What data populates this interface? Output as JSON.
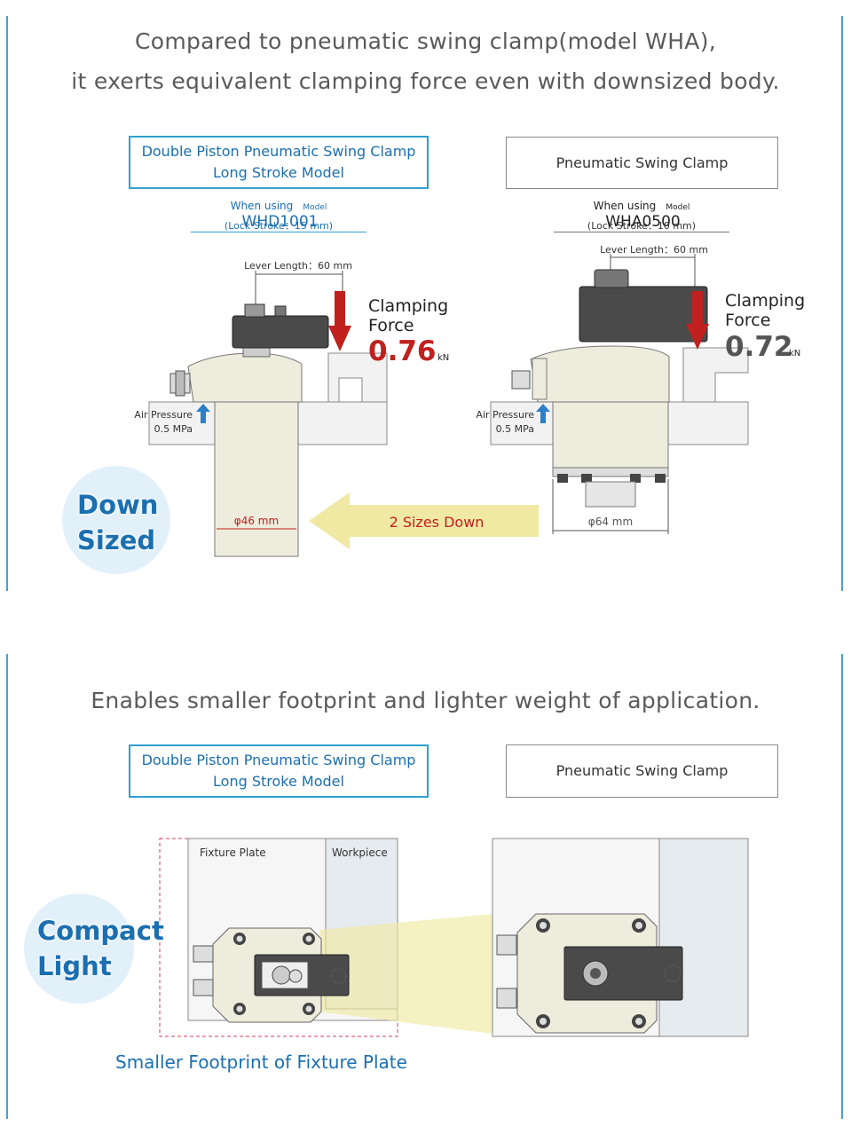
{
  "section1": {
    "headline_line1": "Compared to pneumatic swing clamp(model WHA),",
    "headline_line2": "it exerts equivalent clamping force even with downsized body.",
    "left": {
      "title_line1": "Double Piston Pneumatic Swing Clamp",
      "title_line2": "Long Stroke Model",
      "when_using": "When using",
      "model_word": "Model",
      "model": "WHD1001",
      "lock_stroke": "(Lock Stroke：15 mm)",
      "lever_length": "Lever Length：60 mm",
      "clamping_force_label_1": "Clamping",
      "clamping_force_label_2": "Force",
      "clamping_force_value": "0.76",
      "clamping_force_unit": "kN",
      "air_pressure_label": "Air Pressure",
      "air_pressure_value": "0.5 MPa",
      "diameter": "φ46 mm"
    },
    "right": {
      "title": "Pneumatic Swing Clamp",
      "when_using": "When using",
      "model_word": "Model",
      "model": "WHA0500",
      "lock_stroke": "(Lock Stroke：10 mm)",
      "lever_length": "Lever Length：60 mm",
      "clamping_force_label_1": "Clamping",
      "clamping_force_label_2": "Force",
      "clamping_force_value": "0.72",
      "clamping_force_unit": "kN",
      "air_pressure_label": "Air Pressure",
      "air_pressure_value": "0.5 MPa",
      "diameter": "φ64 mm"
    },
    "arrow_label": "2 Sizes Down",
    "badge_line1": "Down",
    "badge_line2": "Sized"
  },
  "section2": {
    "headline": "Enables smaller footprint and lighter weight of application.",
    "left_title_line1": "Double Piston Pneumatic Swing Clamp",
    "left_title_line2": "Long Stroke Model",
    "right_title": "Pneumatic Swing Clamp",
    "fixture_plate_label": "Fixture Plate",
    "workpiece_label": "Workpiece",
    "badge_line1": "Compact",
    "badge_line2": "Light",
    "footprint_caption": "Smaller Footprint of Fixture Plate"
  },
  "colors": {
    "accent_blue": "#2fa0cf",
    "title_blue": "#1b6fb0",
    "force_red": "#c0201e",
    "arrow_yellow": "#efe9a3",
    "body_cream": "#eeecdc",
    "dark_gray": "#4a4a4a"
  }
}
